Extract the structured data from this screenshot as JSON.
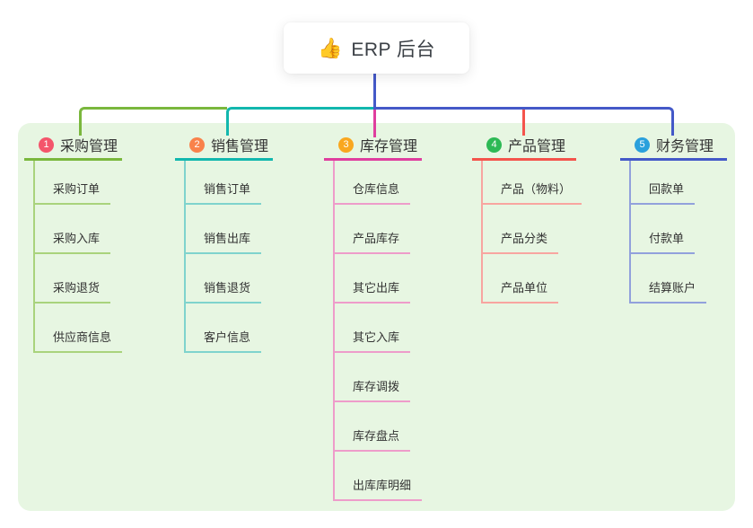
{
  "root": {
    "emoji": "👍",
    "label": "ERP 后台"
  },
  "panel_color": "#e7f6e2",
  "branches": [
    {
      "index": "1",
      "label": "采购管理",
      "circle_color": "#f4556b",
      "line_color": "#7ab73d",
      "light_color": "#a9d37c",
      "children": [
        "采购订单",
        "采购入库",
        "采购退货",
        "供应商信息"
      ]
    },
    {
      "index": "2",
      "label": "销售管理",
      "circle_color": "#f9824b",
      "line_color": "#12b7ae",
      "light_color": "#7fd3cd",
      "children": [
        "销售订单",
        "销售出库",
        "销售退货",
        "客户信息"
      ]
    },
    {
      "index": "3",
      "label": "库存管理",
      "circle_color": "#f9a71f",
      "line_color": "#df3e9e",
      "light_color": "#ee9cca",
      "children": [
        "仓库信息",
        "产品库存",
        "其它出库",
        "其它入库",
        "库存调拨",
        "库存盘点",
        "出库库明细"
      ]
    },
    {
      "index": "4",
      "label": "产品管理",
      "circle_color": "#2db955",
      "line_color": "#f4544c",
      "light_color": "#f8a5a0",
      "children": [
        "产品（物料）",
        "产品分类",
        "产品单位"
      ]
    },
    {
      "index": "5",
      "label": "财务管理",
      "circle_color": "#2aa0dc",
      "line_color": "#4459c8",
      "light_color": "#92a1dc",
      "children": [
        "回款单",
        "付款单",
        "结算账户"
      ]
    }
  ]
}
